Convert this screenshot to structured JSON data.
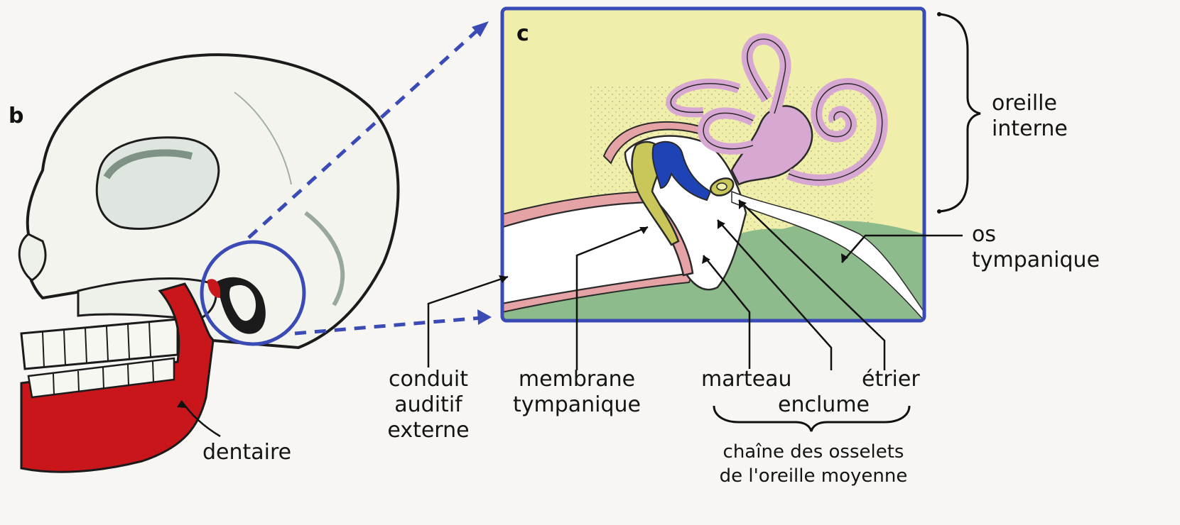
{
  "panels": {
    "b_letter": "b",
    "c_letter": "c"
  },
  "labels": {
    "dentaire": "dentaire",
    "conduit": [
      "conduit",
      "auditif",
      "externe"
    ],
    "membrane": [
      "membrane",
      "tympanique"
    ],
    "marteau": "marteau",
    "enclume": "enclume",
    "etrier": "étrier",
    "chaine": [
      "chaîne des osselets",
      "de l'oreille moyenne"
    ],
    "oreille_interne": [
      "oreille",
      "interne"
    ],
    "os_tympanique": [
      "os",
      "tympanique"
    ]
  },
  "colors": {
    "accent_blue": "#3b4bb5",
    "dentary_red": "#c8161b",
    "inset_yellow": "#efeeaa",
    "inner_ear_pink": "#d7a8d2",
    "bone_green": "#8ebb8b",
    "malleus_yellow": "#c9c75a",
    "incus_blue": "#1d43b5",
    "tympanum_pink": "#e6a3a6"
  },
  "icons": {
    "zoom_circle": "zoom-circle-icon",
    "brace": "brace-icon"
  }
}
